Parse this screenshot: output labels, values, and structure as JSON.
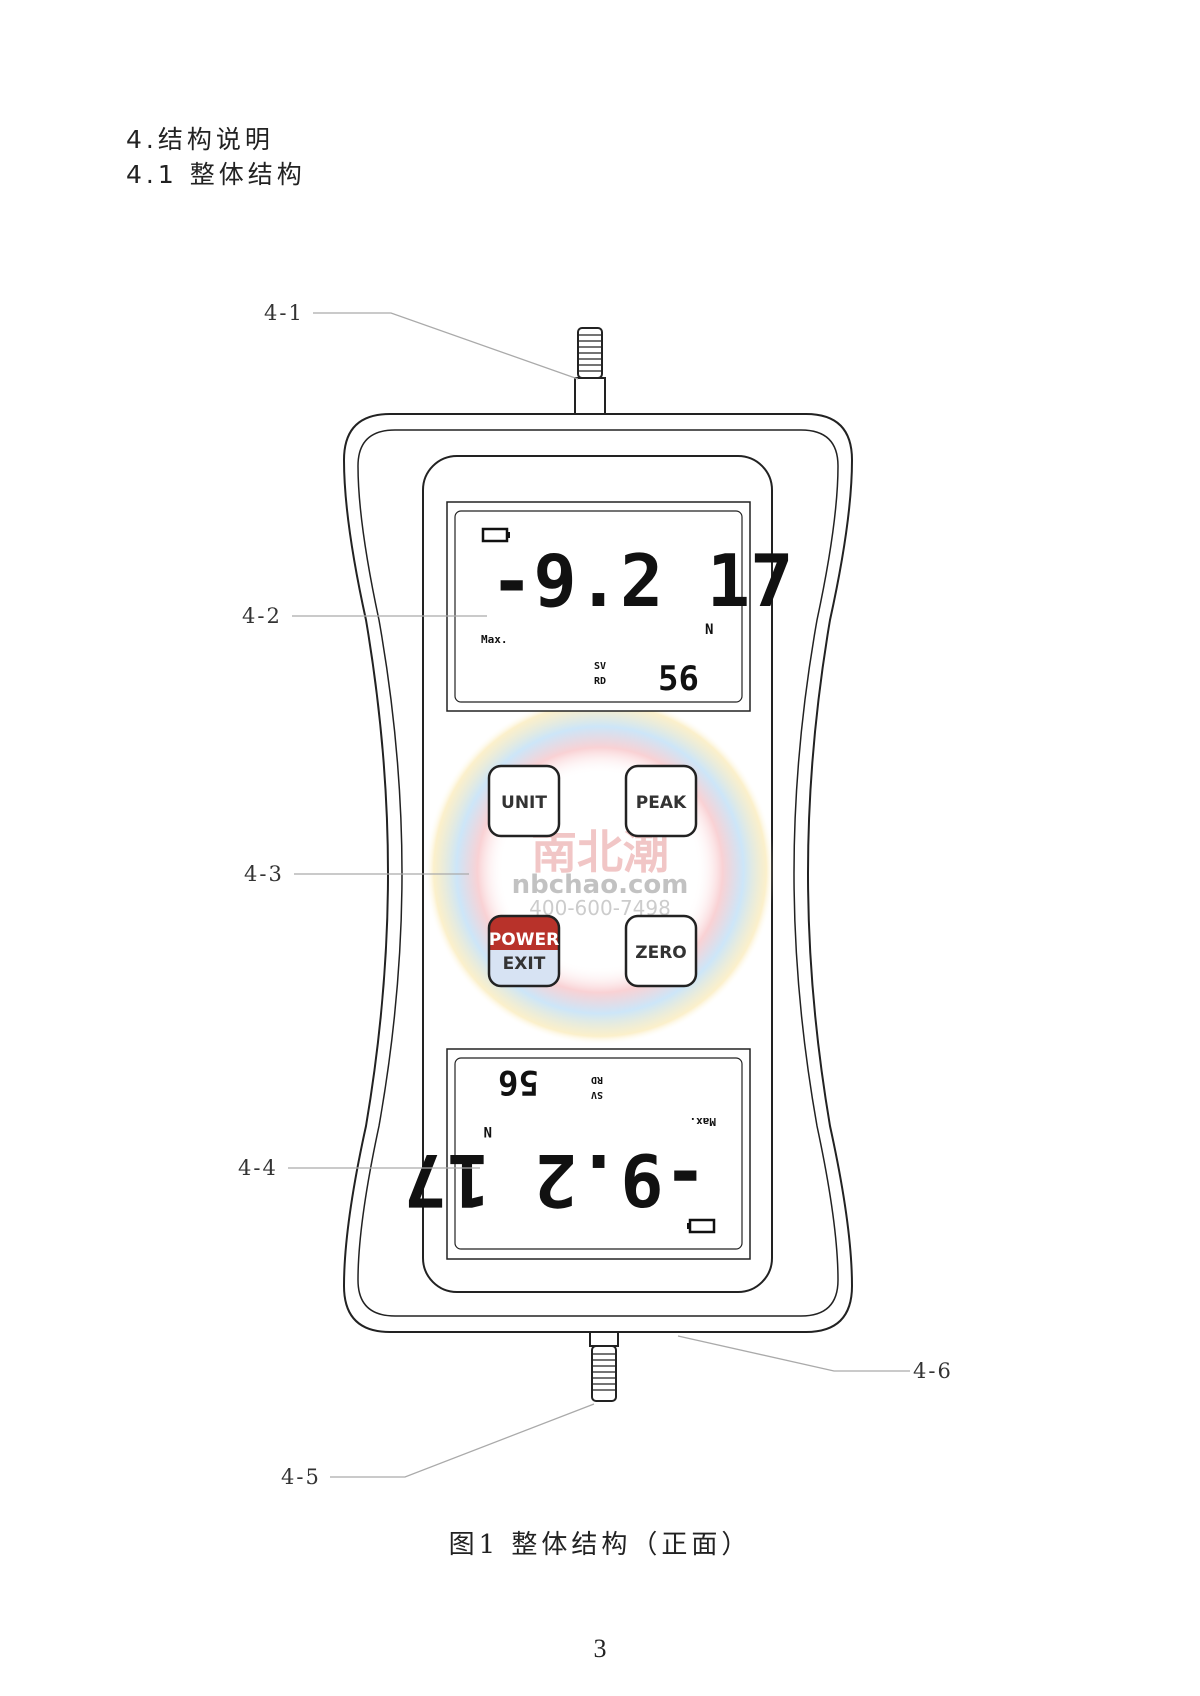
{
  "headings": {
    "section": "4.结构说明",
    "subsection": "4.1 整体结构"
  },
  "callouts": [
    "4-1",
    "4-2",
    "4-3",
    "4-4",
    "4-5",
    "4-6"
  ],
  "display_top": {
    "battery_icon": "battery-icon",
    "reading": "-9.2 17",
    "unit": "N",
    "mode": "Max.",
    "sv": "SV",
    "rd": "RD",
    "small_value": "56"
  },
  "display_bottom": {
    "reading": "-9.2 17",
    "unit": "N",
    "mode": "Max.",
    "sv": "SV",
    "rd": "RD",
    "small_value": "56"
  },
  "buttons": {
    "unit": "UNIT",
    "peak": "PEAK",
    "power": "POWER",
    "exit": "EXIT",
    "zero": "ZERO"
  },
  "watermark": {
    "cn": "南北潮",
    "site": "nbchao.com",
    "phone": "400-600-7498"
  },
  "caption": "图1 整体结构（正面）",
  "page_number": "3",
  "colors": {
    "power_red": "#b8322a",
    "exit_blue": "#3a5fa8"
  }
}
